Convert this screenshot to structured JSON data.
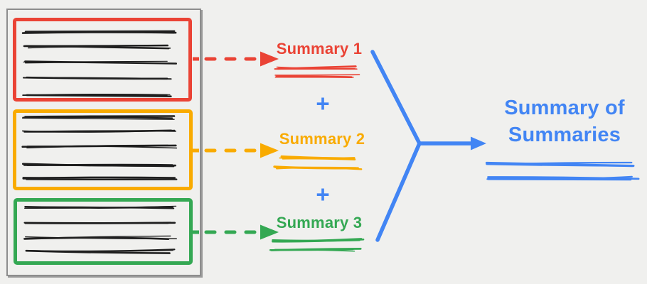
{
  "colors": {
    "background": "#f0f0ee",
    "ink": "#1f1f1f",
    "frame_gray": "#8d8d8d",
    "red": "#EA4335",
    "orange": "#F9AB00",
    "green": "#34A853",
    "blue": "#4285F4"
  },
  "diagram": {
    "document": {
      "chunks": [
        {
          "accent_color": "#EA4335",
          "scribble_line_count": 5
        },
        {
          "accent_color": "#F9AB00",
          "scribble_line_count": 5
        },
        {
          "accent_color": "#34A853",
          "scribble_line_count": 4
        }
      ]
    },
    "chunk_summaries": [
      {
        "label": "Summary 1",
        "color": "#EA4335"
      },
      {
        "label": "Summary 2",
        "color": "#F9AB00"
      },
      {
        "label": "Summary 3",
        "color": "#34A853"
      }
    ],
    "plus_separator": "+",
    "result": {
      "label": "Summary of Summaries",
      "color": "#4285F4"
    }
  }
}
